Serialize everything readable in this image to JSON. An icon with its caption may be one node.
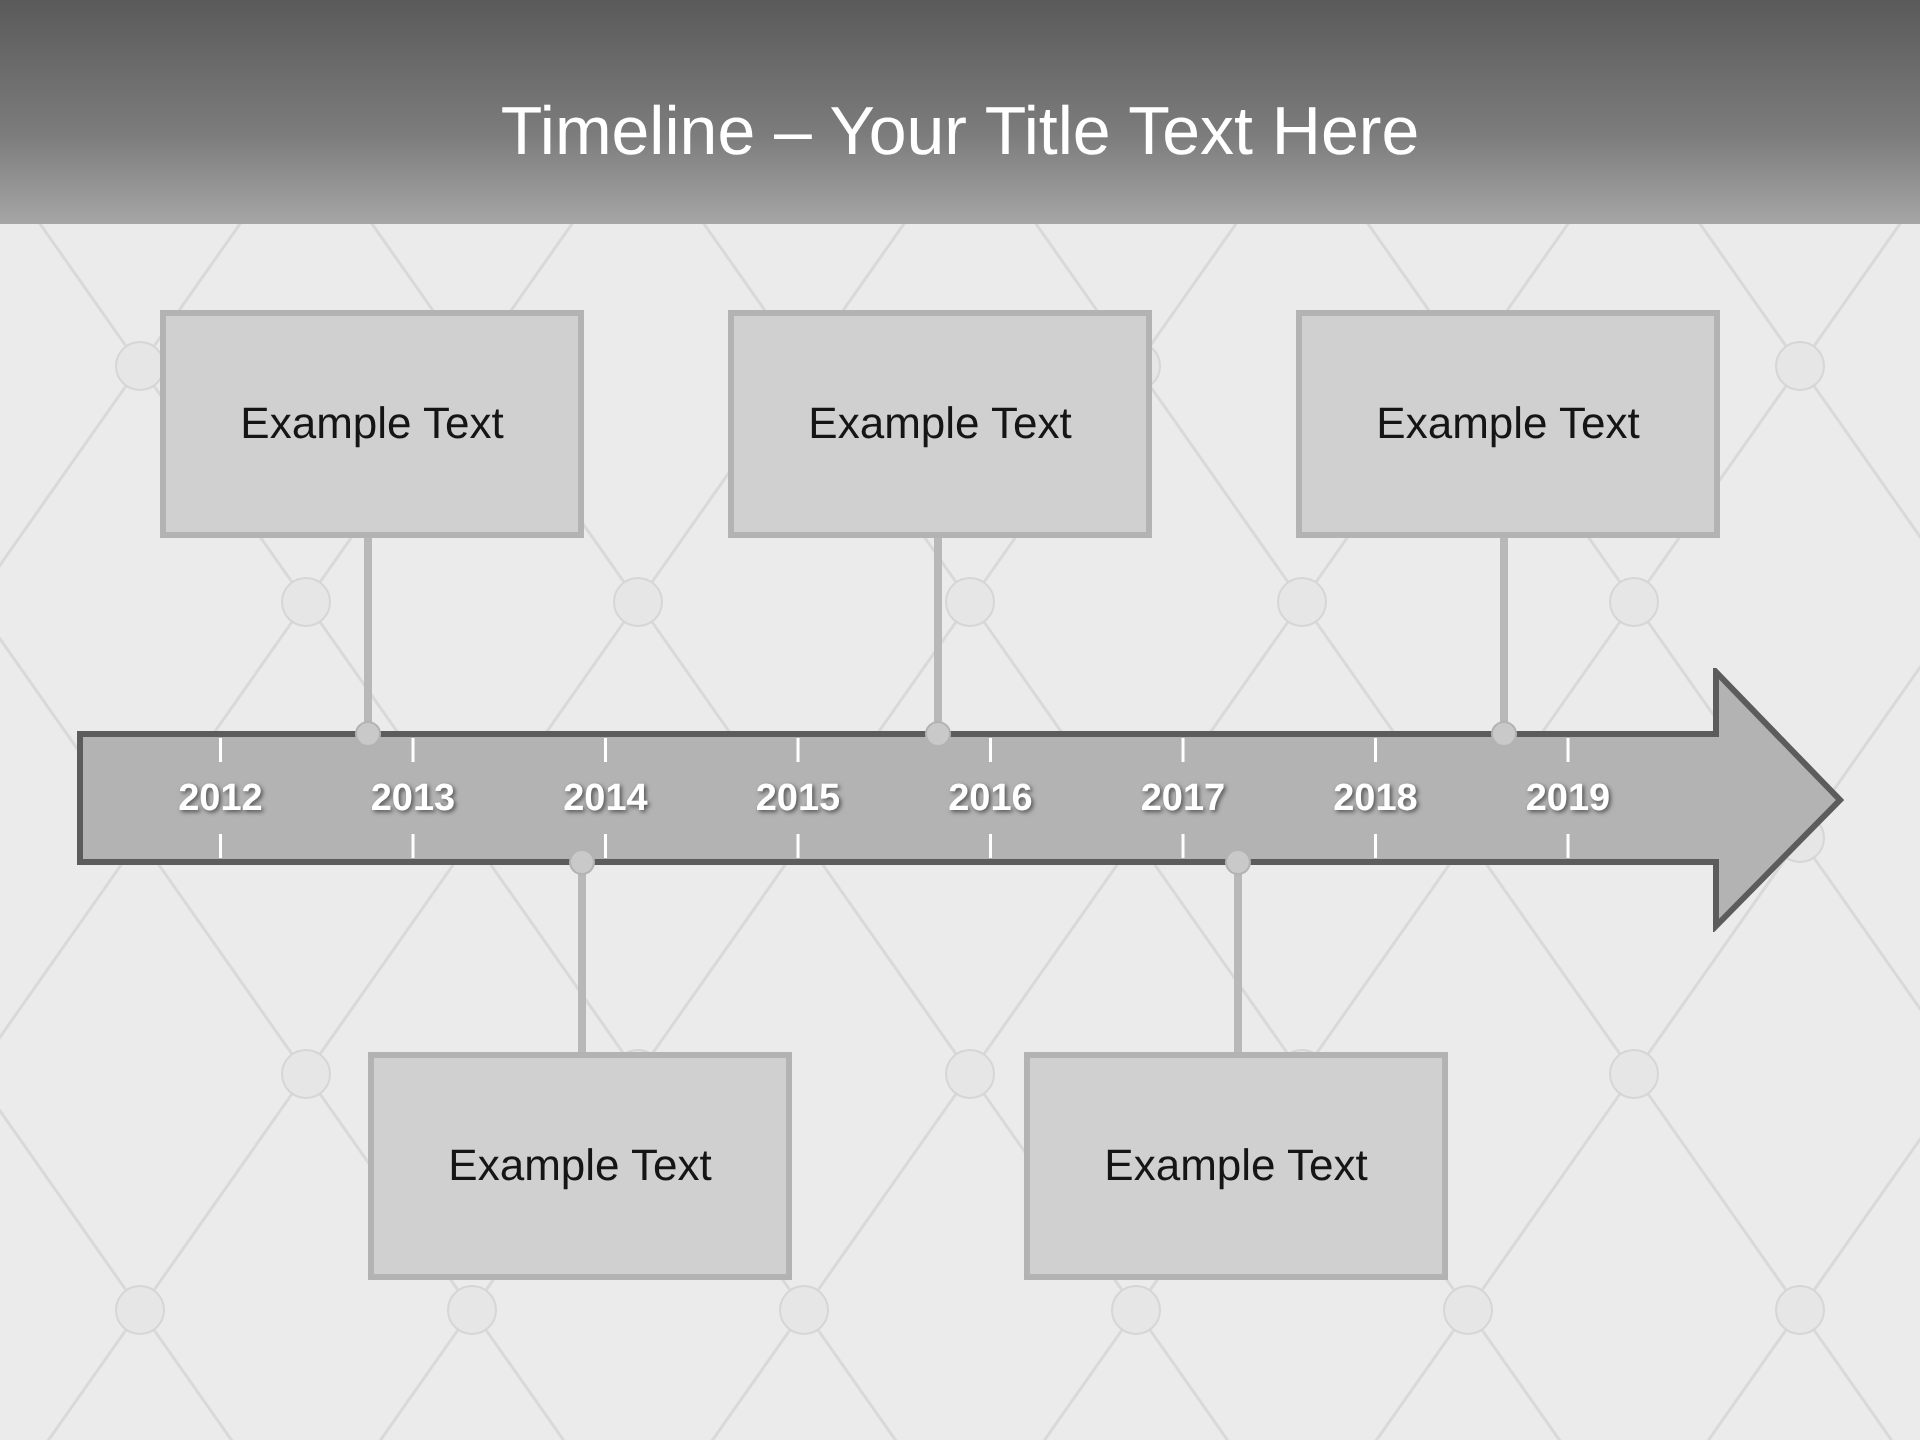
{
  "diagram": {
    "title": "Timeline – Your Title Text Here",
    "nodes": [
      {
        "text": [
          "Example Text"
        ]
      },
      {
        "text": [
          "Example Text"
        ]
      },
      {
        "text": [
          "Example Text"
        ]
      },
      {
        "text": [
          "2012",
          "2013",
          "2014",
          "2015",
          "2016",
          "2017",
          "2018",
          "2019"
        ]
      },
      {
        "text": [
          "Example Text"
        ]
      },
      {
        "text": [
          "Example Text"
        ]
      }
    ],
    "edges": [
      {
        "from": 0,
        "to": 3,
        "arrow": "other"
      },
      {
        "from": 1,
        "to": 3,
        "arrow": "other"
      },
      {
        "from": 2,
        "to": 3,
        "arrow": "other"
      },
      {
        "from": 4,
        "to": 3,
        "arrow": "other"
      },
      {
        "from": 5,
        "to": 3,
        "arrow": "other"
      }
    ]
  }
}
